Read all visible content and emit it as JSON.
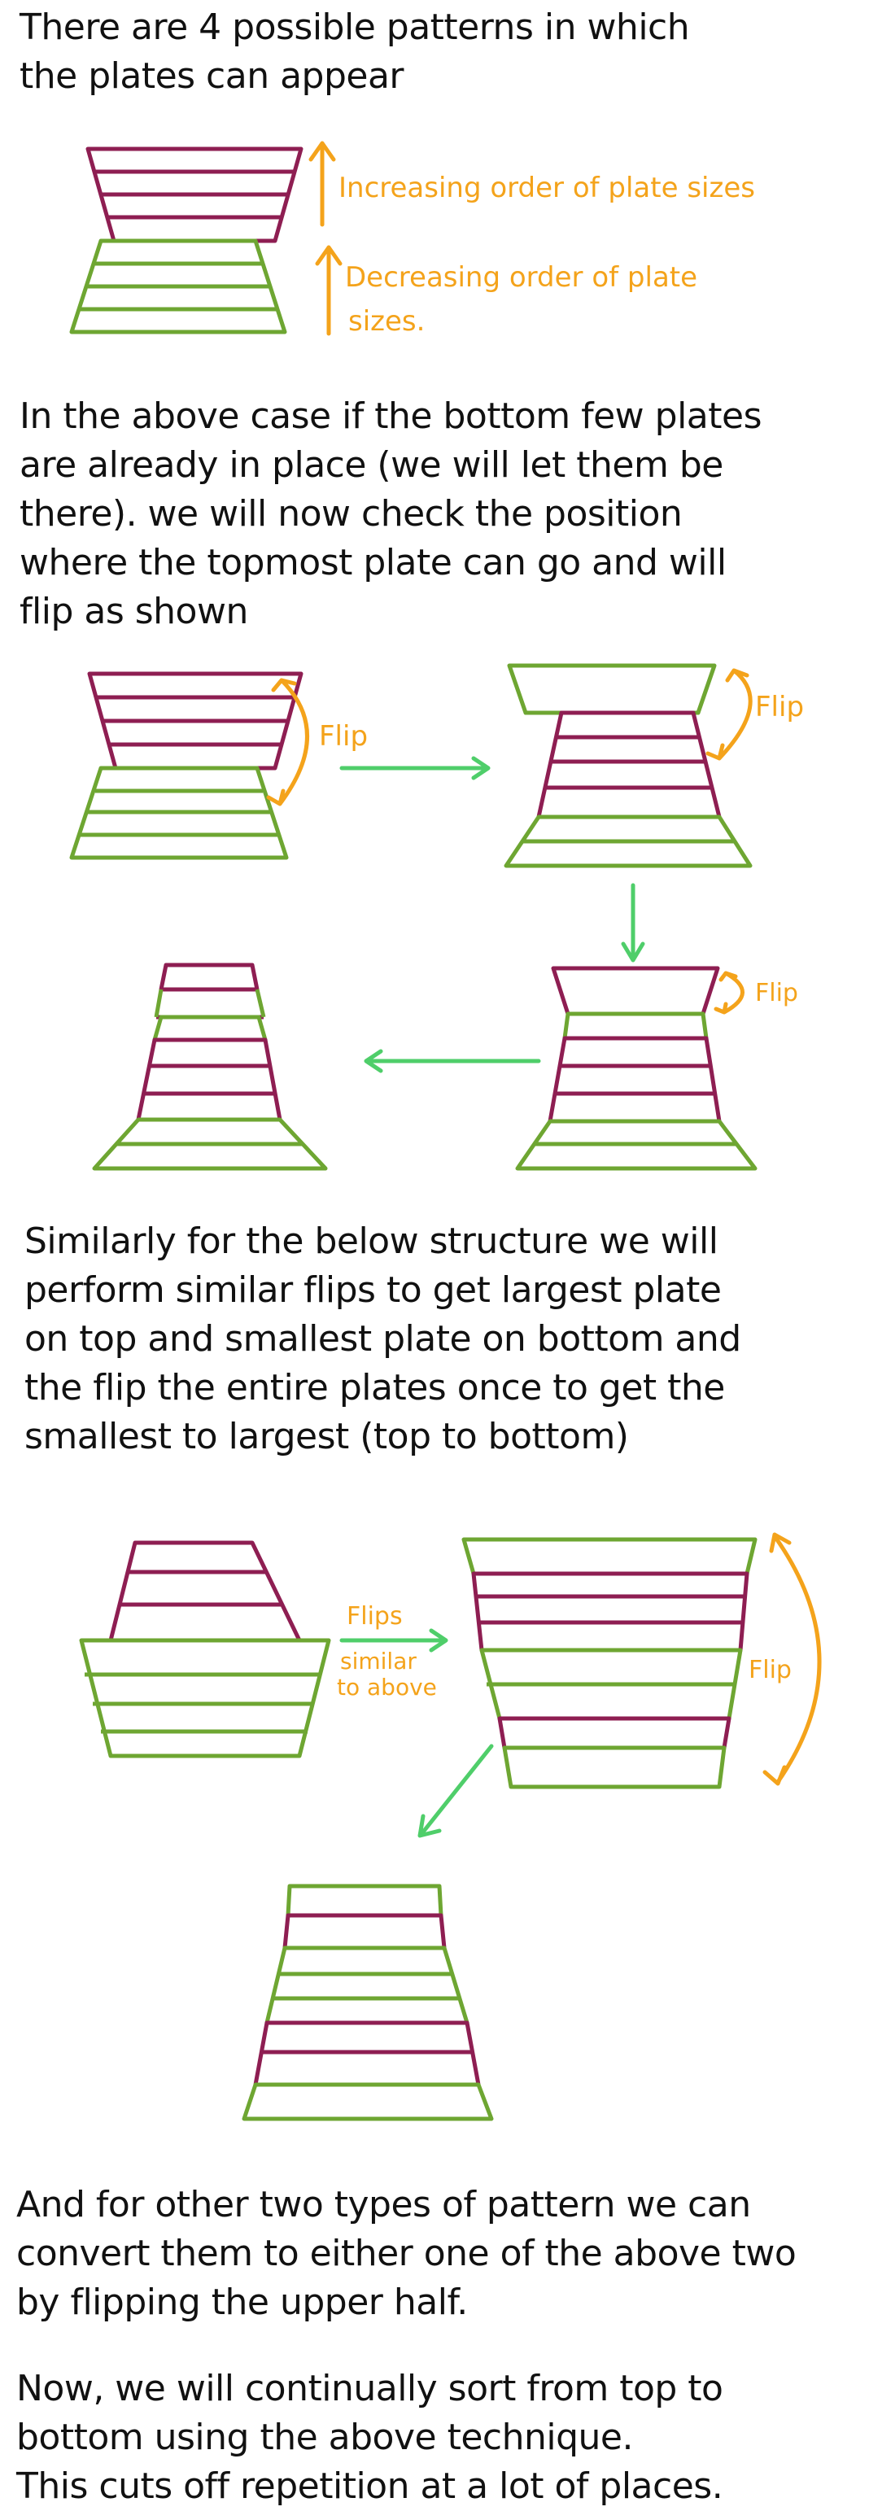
{
  "colors": {
    "maroon": "#8e1e52",
    "green": "#6ea632",
    "orange": "#f4a31b",
    "arrow_green": "#4fce6a",
    "text": "#111111"
  },
  "intro": {
    "lines": [
      "There are 4 possible patterns in which",
      "the plates can appear"
    ]
  },
  "fig1": {
    "label_increasing": "Increasing order of plate sizes",
    "label_decreasing_1": "Decreasing order of plate",
    "label_decreasing_2": "sizes."
  },
  "para1": {
    "lines": [
      "In the above case if the bottom few plates",
      "are already in place (we will let them be",
      "there). we will now check the position",
      "where the topmost plate can go and will",
      "flip as shown"
    ]
  },
  "fig2": {
    "flip_label": "Flip"
  },
  "para2": {
    "lines": [
      "Similarly for the below structure we will",
      "perform similar flips to get largest plate",
      "on top and smallest plate on bottom and",
      "the flip the entire plates once to get the",
      "smallest to largest (top to bottom)"
    ]
  },
  "fig3": {
    "flips_label": "Flips",
    "similar_1": "similar",
    "similar_2": "to above",
    "flip_label": "Flip"
  },
  "para3": {
    "lines": [
      "And for other two types of pattern we can",
      "convert them to either one of the above two",
      "by flipping the upper half."
    ]
  },
  "para4": {
    "lines": [
      "Now, we will continually sort from top to",
      "bottom using the above technique.",
      "This cuts off repetition at a lot of places."
    ]
  }
}
